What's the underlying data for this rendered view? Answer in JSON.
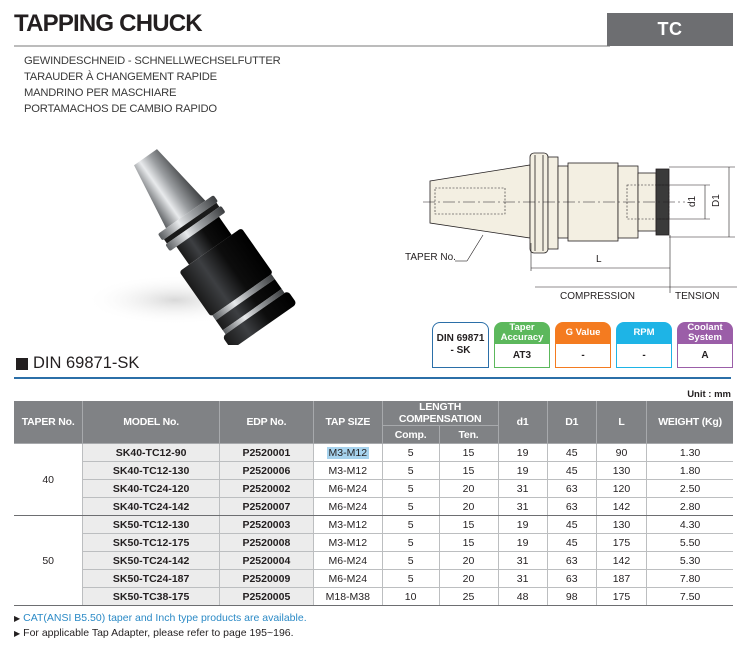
{
  "header": {
    "title": "TAPPING CHUCK",
    "code_badge": "TC",
    "subtitles": [
      "GEWINDESCHNEID - SCHNELLWECHSELFUTTER",
      "TARAUDER À CHANGEMENT RAPIDE",
      "MANDRINO PER MASCHIARE",
      "PORTAMACHOS DE CAMBIO RAPIDO"
    ]
  },
  "diagram": {
    "labels": {
      "taper": "TAPER No.",
      "length": "L",
      "d1": "d1",
      "D1": "D1",
      "compression": "COMPRESSION",
      "tension": "TENSION"
    }
  },
  "spec_boxes": {
    "standard": {
      "line1": "DIN 69871",
      "line2": "- SK"
    },
    "items": [
      {
        "label_line1": "Taper",
        "label_line2": "Accuracy",
        "value": "AT3",
        "color": "#5cb85c"
      },
      {
        "label_line1": "G Value",
        "label_line2": "",
        "value": "-",
        "color": "#f47b20"
      },
      {
        "label_line1": "RPM",
        "label_line2": "",
        "value": "-",
        "color": "#1eb4e6"
      },
      {
        "label_line1": "Coolant",
        "label_line2": "System",
        "value": "A",
        "color": "#9b5ea8"
      }
    ]
  },
  "section": {
    "title": "DIN 69871-SK",
    "unit": "Unit : mm"
  },
  "table": {
    "headers": {
      "taper": "TAPER No.",
      "model": "MODEL No.",
      "edp": "EDP No.",
      "tap_size": "TAP SIZE",
      "length_comp": "LENGTH COMPENSATION",
      "comp": "Comp.",
      "ten": "Ten.",
      "d1": "d1",
      "D1": "D1",
      "L": "L",
      "weight": "WEIGHT (Kg)"
    },
    "groups": [
      {
        "taper": "40",
        "rows": [
          {
            "model": "SK40-TC12-90",
            "edp": "P2520001",
            "tap": "M3-M12",
            "comp": "5",
            "ten": "15",
            "d1": "19",
            "D1": "45",
            "L": "90",
            "weight": "1.30"
          },
          {
            "model": "SK40-TC12-130",
            "edp": "P2520006",
            "tap": "M3-M12",
            "comp": "5",
            "ten": "15",
            "d1": "19",
            "D1": "45",
            "L": "130",
            "weight": "1.80"
          },
          {
            "model": "SK40-TC24-120",
            "edp": "P2520002",
            "tap": "M6-M24",
            "comp": "5",
            "ten": "20",
            "d1": "31",
            "D1": "63",
            "L": "120",
            "weight": "2.50"
          },
          {
            "model": "SK40-TC24-142",
            "edp": "P2520007",
            "tap": "M6-M24",
            "comp": "5",
            "ten": "20",
            "d1": "31",
            "D1": "63",
            "L": "142",
            "weight": "2.80"
          }
        ]
      },
      {
        "taper": "50",
        "rows": [
          {
            "model": "SK50-TC12-130",
            "edp": "P2520003",
            "tap": "M3-M12",
            "comp": "5",
            "ten": "15",
            "d1": "19",
            "D1": "45",
            "L": "130",
            "weight": "4.30"
          },
          {
            "model": "SK50-TC12-175",
            "edp": "P2520008",
            "tap": "M3-M12",
            "comp": "5",
            "ten": "15",
            "d1": "19",
            "D1": "45",
            "L": "175",
            "weight": "5.50"
          },
          {
            "model": "SK50-TC24-142",
            "edp": "P2520004",
            "tap": "M6-M24",
            "comp": "5",
            "ten": "20",
            "d1": "31",
            "D1": "63",
            "L": "142",
            "weight": "5.30"
          },
          {
            "model": "SK50-TC24-187",
            "edp": "P2520009",
            "tap": "M6-M24",
            "comp": "5",
            "ten": "20",
            "d1": "31",
            "D1": "63",
            "L": "187",
            "weight": "7.80"
          },
          {
            "model": "SK50-TC38-175",
            "edp": "P2520005",
            "tap": "M18-M38",
            "comp": "10",
            "ten": "25",
            "d1": "48",
            "D1": "98",
            "L": "175",
            "weight": "7.50"
          }
        ]
      }
    ]
  },
  "notes": [
    "CAT(ANSI B5.50) taper and Inch type products are available.",
    "For applicable Tap Adapter, please refer to page 195~196."
  ]
}
